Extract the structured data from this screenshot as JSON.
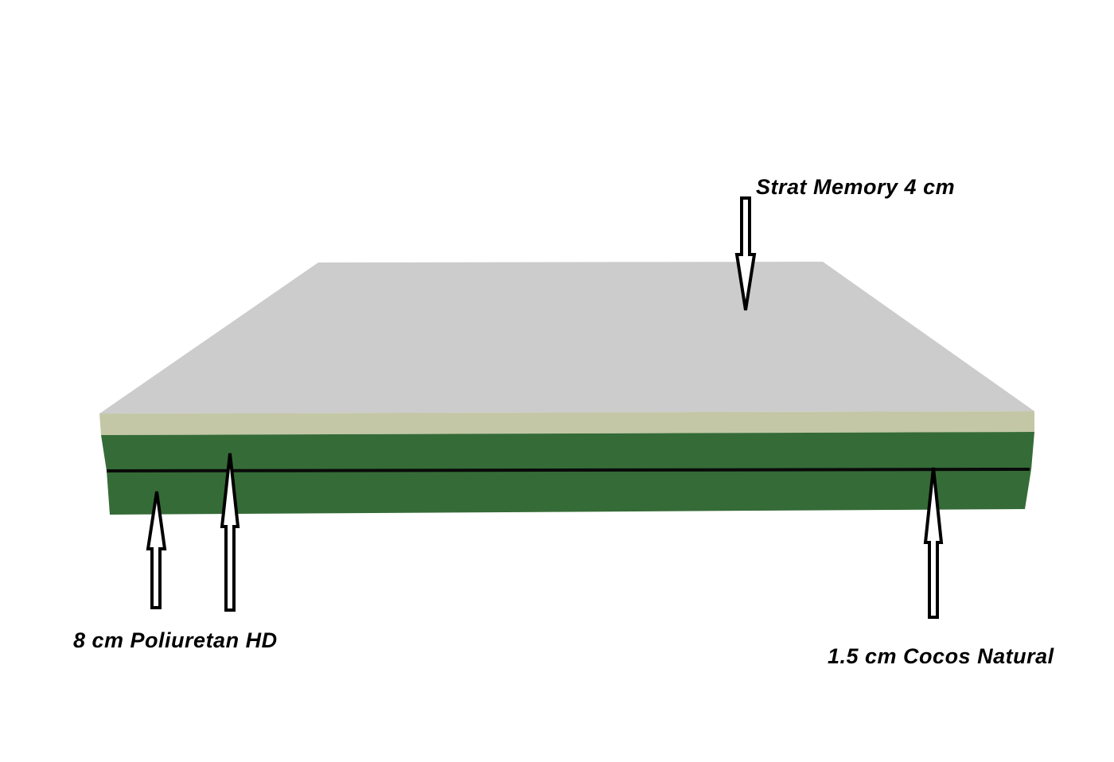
{
  "labels": {
    "memory": "Strat Memory 4 cm",
    "poliuretan": "8 cm Poliuretan HD",
    "cocos": "1.5 cm Cocos Natural"
  },
  "colors": {
    "memory_top": "#cccccc",
    "memory_side": "#c3c7a6",
    "foam_green": "#356b37",
    "divider": "#0a0a0a",
    "arrow_fill": "#ffffff",
    "arrow_stroke": "#000000",
    "label_text": "#000000"
  }
}
